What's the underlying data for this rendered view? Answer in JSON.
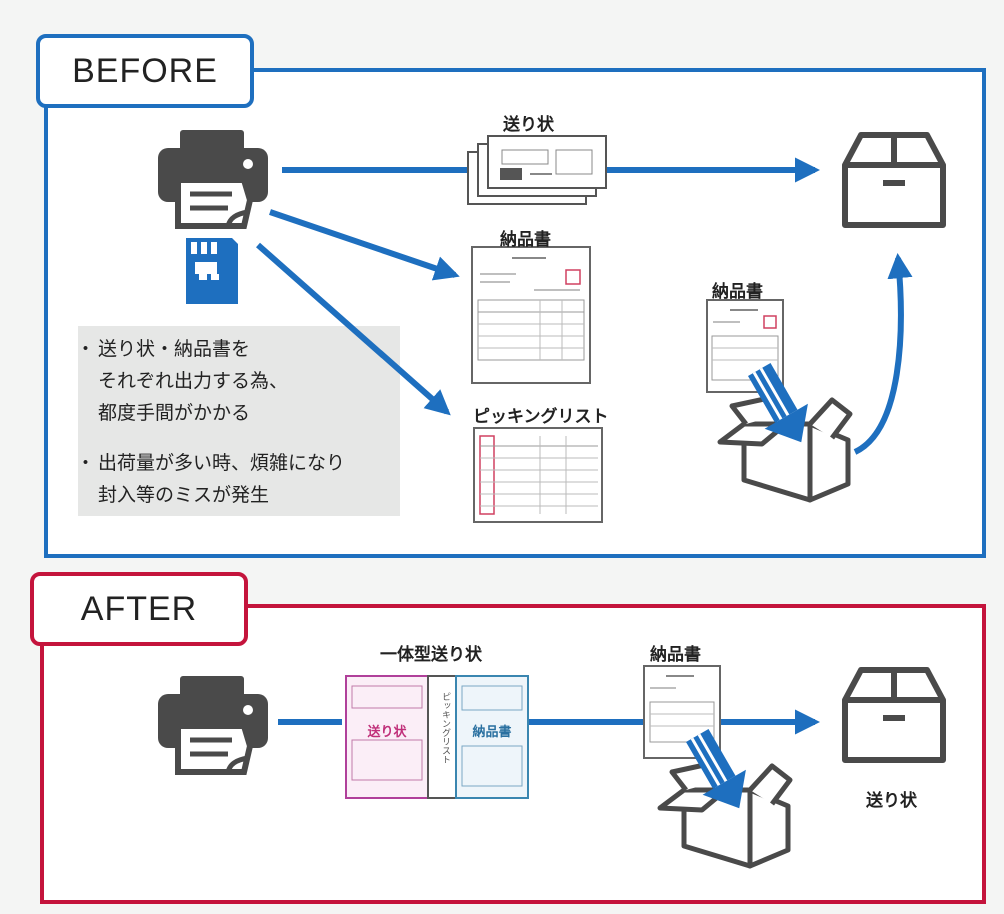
{
  "before": {
    "tag": "BEFORE",
    "label_invoice": "送り状",
    "label_delivery_note": "納品書",
    "label_picking_list": "ピッキングリスト",
    "label_delivery_note_box": "納品書",
    "notes": [
      {
        "bullet": "・",
        "lines": [
          "送り状・納品書を",
          "それぞれ出力する為、",
          "都度手間がかかる"
        ]
      },
      {
        "bullet": "・",
        "lines": [
          "出荷量が多い時、煩雑になり",
          "封入等のミスが発生"
        ]
      }
    ]
  },
  "after": {
    "tag": "AFTER",
    "label_integrated_invoice": "一体型送り状",
    "label_delivery_note": "納品書",
    "label_invoice": "送り状",
    "form_text_invoice": "送り状",
    "form_text_picking": "ピッキングリスト",
    "form_text_delivery": "納品書"
  },
  "colors": {
    "before_accent": "#1e6fbf",
    "after_accent": "#c4143c",
    "icon": "#4a4a4a"
  }
}
